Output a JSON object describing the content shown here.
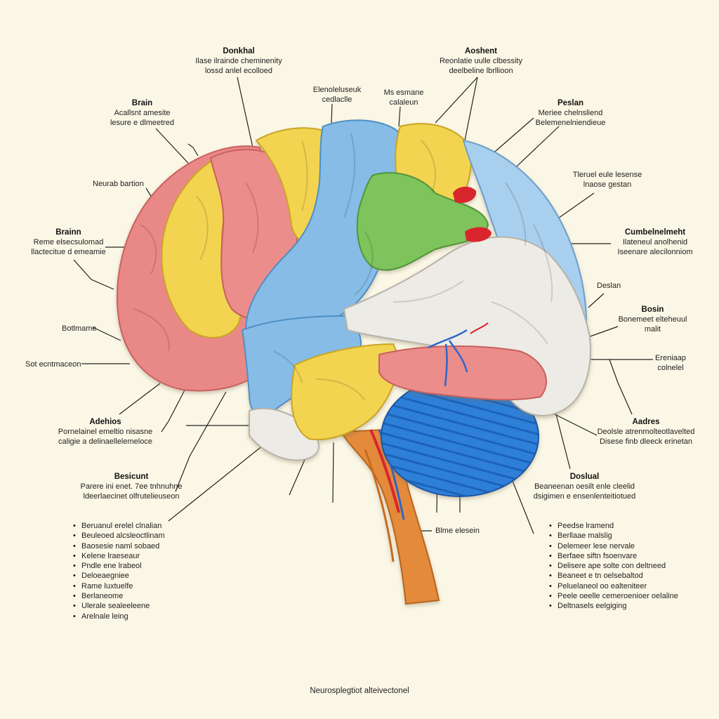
{
  "labels": {
    "top_left": {
      "title": "Donkhal",
      "lines": [
        "Ilase ilrainde cheminenity",
        "lossd anlel ecolloed"
      ]
    },
    "top_mid": {
      "title": "",
      "lines": [
        "Elenoleluseuk",
        "cedlaclle"
      ]
    },
    "top_mid2": {
      "title": "",
      "lines": [
        "Ms esmane",
        "calaleun"
      ]
    },
    "top_right": {
      "title": "Aoshent",
      "lines": [
        "Reonlatie uulle clbessity",
        "deelbeline lbrllioon"
      ]
    },
    "left_1": {
      "title": "Brain",
      "lines": [
        "Acallsnt amesite",
        "lesure e dlmeetred"
      ]
    },
    "left_2": {
      "title": "",
      "lines": [
        "Neurab bartion"
      ]
    },
    "left_3": {
      "title": "Brainn",
      "lines": [
        "Reme elsecsulomad",
        "llactecitue d emeamie"
      ]
    },
    "left_4": {
      "title": "",
      "lines": [
        "Botlmame"
      ]
    },
    "left_5": {
      "title": "",
      "lines": [
        "Sot ecntmaceon"
      ]
    },
    "left_6": {
      "title": "Adehios",
      "lines": [
        "Pornelainel emeltio nisasne",
        "caligie a delinaellelemeloce"
      ]
    },
    "left_7": {
      "title": "Besicunt",
      "lines": [
        "Parere ini enet. 7ee tnhnuhne",
        "ldeerlaecinet olfrutelieuseon"
      ]
    },
    "right_1": {
      "title": "Peslan",
      "lines": [
        "Meriee chelnsliend",
        "Belemenelniendieue"
      ]
    },
    "right_2": {
      "title": "",
      "lines": [
        "Tleruel eule lesense",
        "lnaose gestan"
      ]
    },
    "right_3": {
      "title": "Cumbelnelmeht",
      "lines": [
        "Ilateneul anolhenid",
        "Iseenare alecilonniom"
      ]
    },
    "right_4": {
      "title": "",
      "lines": [
        "Deslan"
      ]
    },
    "right_5": {
      "title": "Bosin",
      "lines": [
        "Bonemeet elteheuul",
        "malit"
      ]
    },
    "right_6": {
      "title": "",
      "lines": [
        "Ereniaap",
        "colnelel"
      ]
    },
    "right_7": {
      "title": "Aadres",
      "lines": [
        "Deolsle atrenmolteotlavelted",
        "Disese finb dleeck erinetan"
      ]
    },
    "right_8": {
      "title": "Doslual",
      "lines": [
        "Beaneenan oesilt enle cleelid",
        "dsigimen e ensenlenteitiotued"
      ]
    },
    "stem": {
      "title": "",
      "lines": [
        "Blme elesein"
      ]
    }
  },
  "left_list": [
    "Beruanul erelel clnalian",
    "Beuleoed alcsleoctlinam",
    "Baosesie naml sobaed",
    "Kelene lraeseaur",
    "Pndle ene lrabeol",
    "Deloeaegniee",
    "Rame luxtuelfe",
    "Berlaneome",
    "Ulerale sealeeleene",
    "Arelnale leing"
  ],
  "right_list": [
    "Peedse lramend",
    "Berllaae malslig",
    "Delemeer lese nervale",
    "Berfaee siftn fsoenvare",
    "Delisere ape solte con deltneed",
    "Beaneet e tn oelsebaltod",
    "Peluelaneol oo ealteniteer",
    "Peele oeelle cemeroenioer oelaline",
    "Deltnasels eelgiging"
  ],
  "footer": "Neurosplegtiot alteivectonel",
  "colors": {
    "background": "#fbf7e6",
    "pink": "#e98987",
    "yellow": "#f3d451",
    "blue": "#86bce6",
    "green": "#7fc35d",
    "white_gray": "#ecebe6",
    "cerebellum": "#2f7fd8",
    "brainstem": "#e38a3a",
    "red_accent": "#d9262d"
  }
}
